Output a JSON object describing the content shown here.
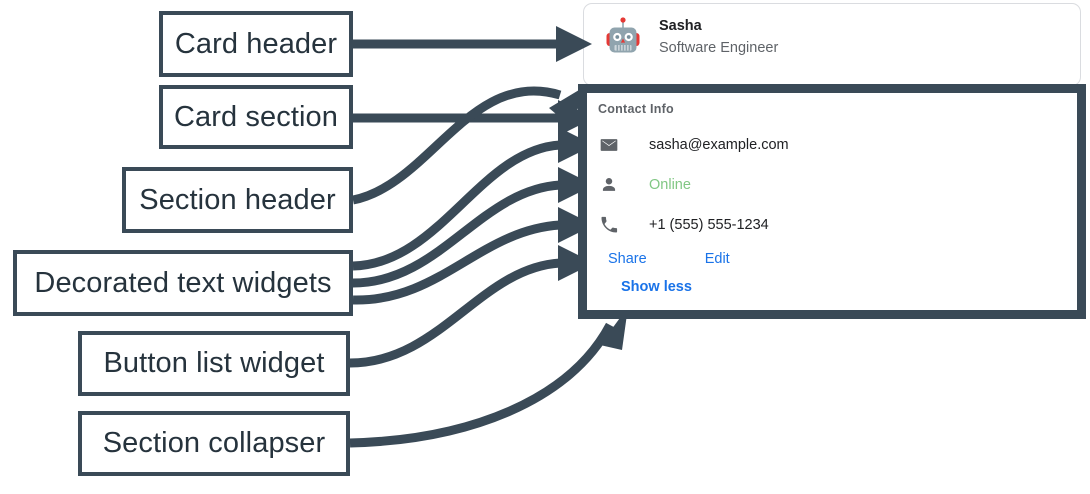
{
  "annotations": [
    {
      "id": "card-header",
      "label": "Card header"
    },
    {
      "id": "card-section",
      "label": "Card section"
    },
    {
      "id": "section-header",
      "label": "Section header"
    },
    {
      "id": "decorated-text",
      "label": "Decorated text widgets"
    },
    {
      "id": "button-list",
      "label": "Button list widget"
    },
    {
      "id": "collapser",
      "label": "Section collapser"
    }
  ],
  "card": {
    "header": {
      "avatar_icon": "robot-avatar-icon",
      "title": "Sasha",
      "subtitle": "Software Engineer"
    },
    "section": {
      "header": "Contact Info",
      "rows": [
        {
          "icon": "mail-icon",
          "text": "sasha@example.com",
          "color": "#202124"
        },
        {
          "icon": "person-icon",
          "text": "Online",
          "color": "#81c784"
        },
        {
          "icon": "phone-icon",
          "text": "+1 (555) 555-1234",
          "color": "#202124"
        }
      ],
      "buttons": [
        {
          "label": "Share"
        },
        {
          "label": "Edit"
        }
      ],
      "collapser": {
        "label": "Show less"
      }
    }
  },
  "colors": {
    "annotation_stroke": "#3a4a57",
    "link_blue": "#1a73e8",
    "status_green": "#81c784",
    "muted_gray": "#5f6368",
    "card_border": "#dadce0"
  }
}
